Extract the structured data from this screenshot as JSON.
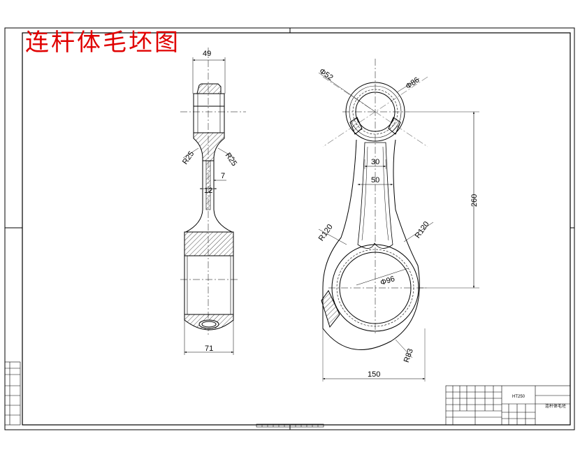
{
  "title": "连杆体毛坯图",
  "material": "HT250",
  "dimensions": {
    "width_top": "49",
    "r_left": "R25",
    "r_right": "R25",
    "web": "7",
    "web2": "12",
    "width_bottom": "71",
    "small_end_inner": "Φ52",
    "small_end_outer": "Φ86",
    "shank_inner": "30",
    "shank_outer": "50",
    "center_distance": "260",
    "r_left_arc": "R120",
    "r_right_arc": "R120",
    "big_end_bore": "Φ96",
    "r_bottom": "R83",
    "overall_width": "150"
  },
  "title_block": {
    "material": "HT250",
    "drawing_name": "连杆体毛坯"
  }
}
